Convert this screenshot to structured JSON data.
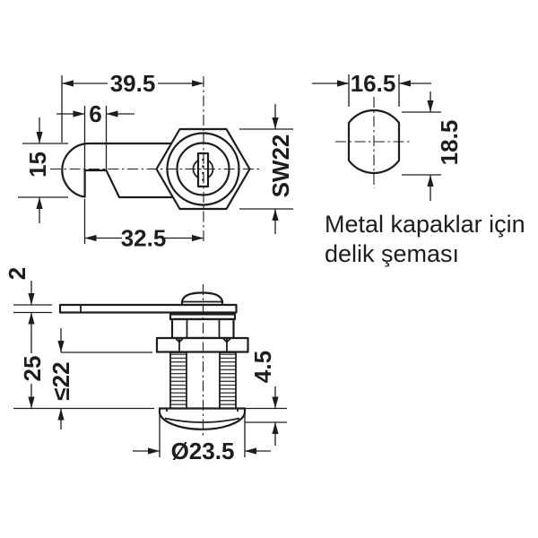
{
  "colors": {
    "line": "#1d1d1b",
    "background": "#ffffff"
  },
  "views": {
    "front": {
      "dims": {
        "total_width": "39.5",
        "hook_notch_width": "6",
        "cam_height": "15",
        "hook_to_axis": "32.5",
        "wrench_size": "SW22"
      }
    },
    "hole": {
      "dims": {
        "width": "16.5",
        "height": "18.5"
      },
      "caption": {
        "line1": "Metal kapaklar için",
        "line2": "delik şeması"
      }
    },
    "side": {
      "dims": {
        "cam_thickness": "2",
        "body_length": "25",
        "max_panel_thickness": "≤22",
        "front_ring_height": "4.5",
        "face_diameter": "Ø23.5"
      }
    }
  }
}
